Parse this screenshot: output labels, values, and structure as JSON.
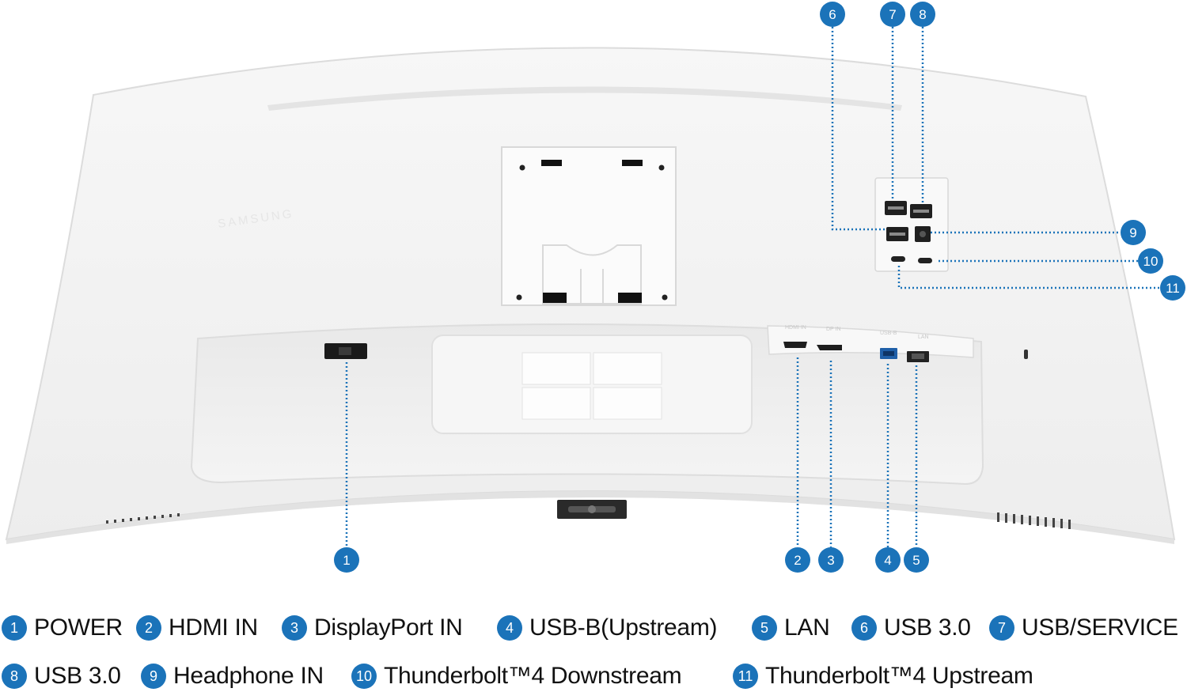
{
  "accent_color": "#1b73b9",
  "monitor_color": "#f3f3f3",
  "callouts": [
    {
      "number": "1",
      "port": "POWER"
    },
    {
      "number": "2",
      "port": "HDMI IN"
    },
    {
      "number": "3",
      "port": "DisplayPort IN"
    },
    {
      "number": "4",
      "port": "USB-B(Upstream)"
    },
    {
      "number": "5",
      "port": "LAN"
    },
    {
      "number": "6",
      "port": "USB 3.0"
    },
    {
      "number": "7",
      "port": "USB/SERVICE"
    },
    {
      "number": "8",
      "port": "USB 3.0"
    },
    {
      "number": "9",
      "port": "Headphone IN"
    },
    {
      "number": "10",
      "port": "Thunderbolt™4 Downstream"
    },
    {
      "number": "11",
      "port": "Thunderbolt™4 Upstream"
    }
  ],
  "port_labels": {
    "hdmi": "HDMI IN",
    "dp": "DP IN",
    "usb_up": "USB-B",
    "lan": "LAN"
  },
  "icons": [
    "power-socket-icon",
    "hdmi-port-icon",
    "displayport-icon",
    "usb-b-port-icon",
    "lan-port-icon",
    "usb-a-port-icon",
    "headphone-jack-icon",
    "usb-c-port-icon"
  ]
}
